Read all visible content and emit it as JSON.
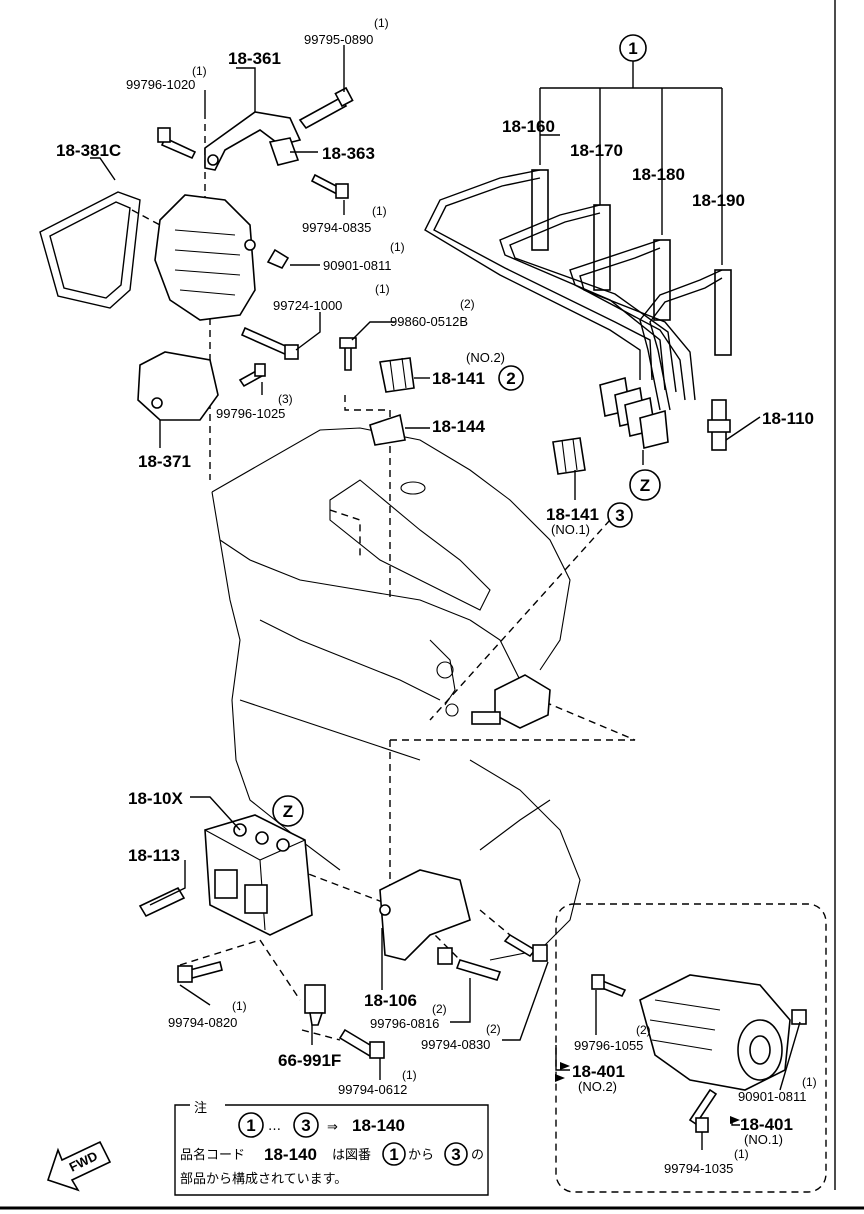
{
  "labels": {
    "p_18_361": "18-361",
    "p_99795_0890": "99795-0890",
    "q_99795_0890": "(1)",
    "p_99796_1020": "99796-1020",
    "q_99796_1020": "(1)",
    "p_18_381c": "18-381C",
    "p_18_363": "18-363",
    "p_99794_0835": "99794-0835",
    "q_99794_0835": "(1)",
    "p_90901_0811a": "90901-0811",
    "q_90901_0811a": "(1)",
    "p_99724_1000": "99724-1000",
    "q_99724_1000": "(1)",
    "p_99860_0512b": "99860-0512B",
    "q_99860_0512b": "(2)",
    "p_99796_1025": "99796-1025",
    "q_99796_1025": "(3)",
    "p_18_371": "18-371",
    "p_18_141_no2": "18-141",
    "n_18_141_no2": "(NO.2)",
    "p_18_144": "18-144",
    "p_18_160": "18-160",
    "p_18_170": "18-170",
    "p_18_180": "18-180",
    "p_18_190": "18-190",
    "p_18_110": "18-110",
    "p_18_141_no1": "18-141",
    "n_18_141_no1": "(NO.1)",
    "p_18_10x": "18-10X",
    "p_18_113": "18-113",
    "p_18_106": "18-106",
    "p_99794_0820": "99794-0820",
    "q_99794_0820": "(1)",
    "p_99796_0816": "99796-0816",
    "q_99796_0816": "(2)",
    "p_99794_0830": "99794-0830",
    "q_99794_0830": "(2)",
    "p_66_991f": "66-991F",
    "p_99794_0612": "99794-0612",
    "q_99794_0612": "(1)",
    "p_99796_1055": "99796-1055",
    "q_99796_1055": "(2)",
    "p_18_401_no2": "18-401",
    "n_18_401_no2": "(NO.2)",
    "p_90901_0811b": "90901-0811",
    "q_90901_0811b": "(1)",
    "p_18_401_no1": "18-401",
    "n_18_401_no1": "(NO.1)",
    "p_99794_1035": "99794-1035",
    "q_99794_1035": "(1)"
  },
  "callouts": {
    "c1": "1",
    "c2": "2",
    "c3": "3",
    "z_top": "Z",
    "z_bottom": "Z"
  },
  "note": {
    "title": "注",
    "range_start": "1",
    "ellipsis": "…",
    "range_end": "3",
    "arrow": "⇒",
    "code": "18-140",
    "line2_a": "品名コード",
    "line2_code": "18-140",
    "line2_b": "は図番",
    "line2_c1": "1",
    "line2_kara": "から",
    "line2_c3": "3",
    "line2_no": "の",
    "line3": "部品から構成されています。"
  },
  "fwd": "FWD"
}
